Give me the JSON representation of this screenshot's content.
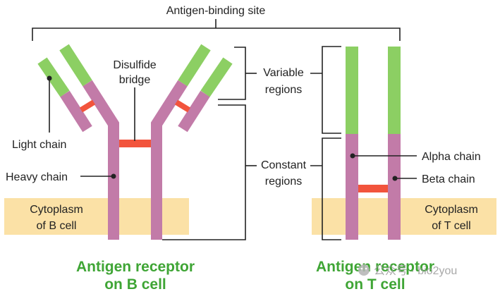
{
  "labels": {
    "antigen_binding_site": "Antigen-binding site",
    "disulfide_line1": "Disulfide",
    "disulfide_line2": "bridge",
    "variable_line1": "Variable",
    "variable_line2": "regions",
    "constant_line1": "Constant",
    "constant_line2": "regions",
    "light_chain": "Light chain",
    "heavy_chain": "Heavy chain",
    "alpha_chain": "Alpha chain",
    "beta_chain": "Beta chain",
    "cytoplasm_b_line1": "Cytoplasm",
    "cytoplasm_b_line2": "of B cell",
    "cytoplasm_t_line1": "Cytoplasm",
    "cytoplasm_t_line2": "of T cell"
  },
  "titles": {
    "b_cell_line1": "Antigen receptor",
    "b_cell_line2": "on B cell",
    "t_cell_line1": "Antigen receptor",
    "t_cell_line2": "on T cell"
  },
  "watermark": "公众号 · bio2you",
  "colors": {
    "variable": "#8ccf63",
    "constant": "#c27ba8",
    "disulfide": "#f2543c",
    "cytoplasm": "#fbe1a6",
    "title": "#3fa535",
    "line": "#222222"
  }
}
